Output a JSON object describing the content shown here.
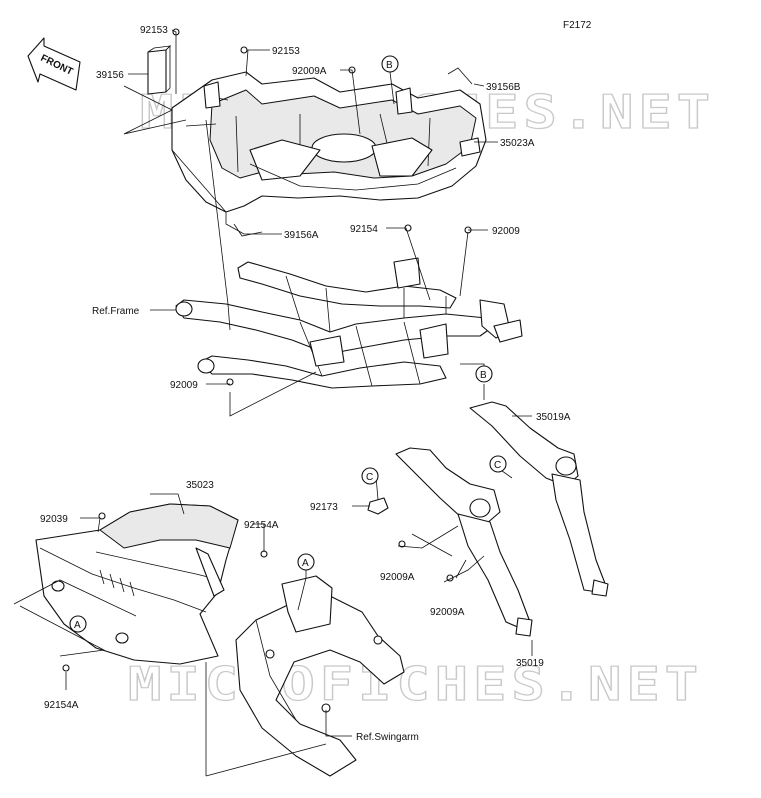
{
  "diagram_id": "F2172",
  "watermark": "MICROFICHES.NET",
  "front_badge": "FRONT",
  "parts": {
    "p92153_top": "92153",
    "p92153_b": "92153",
    "p39156": "39156",
    "p92009A_top": "92009A",
    "p39156B": "39156B",
    "p35023A": "35023A",
    "p39156A": "39156A",
    "p92154": "92154",
    "p92009_top": "92009",
    "ref_frame": "Ref.Frame",
    "p92009_left": "92009",
    "p35019A": "35019A",
    "p35023": "35023",
    "p92154A_right": "92154A",
    "p92039": "92039",
    "p92173": "92173",
    "p92009A_mid": "92009A",
    "p92009A_low": "92009A",
    "p35019": "35019",
    "p92154A_bottom": "92154A",
    "ref_swingarm": "Ref.Swingarm"
  },
  "markers": {
    "B_top": "B",
    "B_frame": "B",
    "C_bracket": "C",
    "C_clip": "C",
    "A_fender": "A",
    "A_swingarm": "A"
  }
}
